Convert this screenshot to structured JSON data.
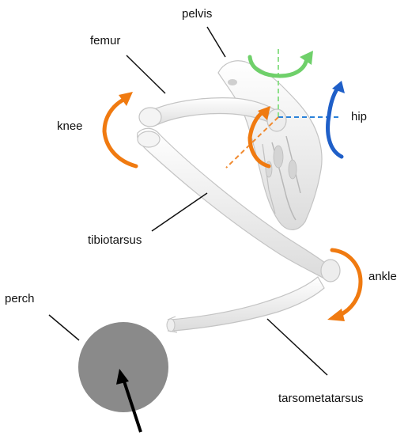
{
  "labels": {
    "pelvis": "pelvis",
    "femur": "femur",
    "knee": "knee",
    "hip": "hip",
    "tibiotarsus": "tibiotarsus",
    "ankle": "ankle",
    "perch": "perch",
    "tarsometatarsus": "tarsometatarsus"
  },
  "colors": {
    "rotation_orange": "#f07a10",
    "rotation_blue": "#1f5fc8",
    "rotation_green": "#6fd06a",
    "axis_blue": "#2b82d9",
    "axis_orange": "#f08a30",
    "axis_green": "#8ee08a",
    "bone": "#eeeeee",
    "bone_outline": "#c8c8c8",
    "perch": "#8a8a8a",
    "leader_line": "#111111",
    "force_arrow": "#000000"
  }
}
